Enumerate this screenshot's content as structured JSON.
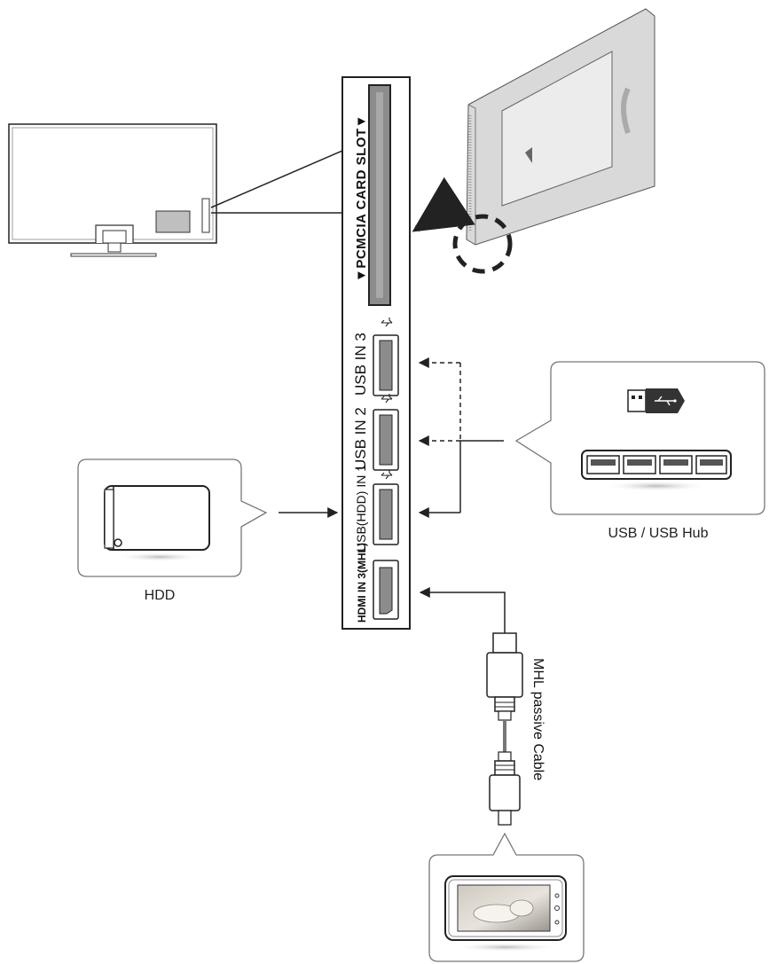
{
  "panel": {
    "pcmcia_label": "▼PCMCIA CARD SLOT▼",
    "usb3_label": "USB IN 3",
    "usb2_label": "USB IN 2",
    "usb1_label": "USB(HDD) IN 1",
    "hdmi_label": "HDMI IN 3(MHL)"
  },
  "devices": {
    "hdd_label": "HDD",
    "usb_hub_label": "USB / USB Hub",
    "cable_label": "MHL passive Cable"
  },
  "icons": [
    "tv-icon",
    "ci-module-icon",
    "usb-symbol-icon",
    "usb-stick-icon",
    "usb-hub-icon",
    "hdd-icon",
    "hdmi-plug-icon",
    "micro-usb-plug-icon",
    "smartphone-icon",
    "dashed-arrow-icon"
  ],
  "colors": {
    "line": "#222222",
    "port_fill": "#8c8c8c",
    "card_fill": "#d9d9d9",
    "bubble_border": "#777777"
  }
}
